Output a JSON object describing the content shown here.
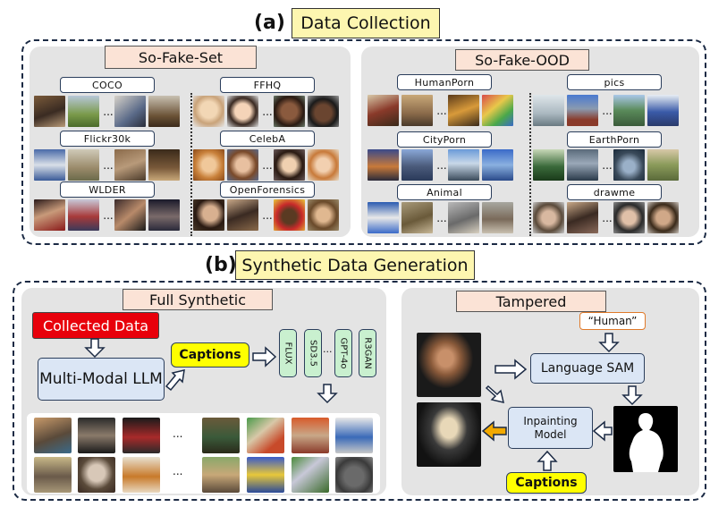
{
  "section_a": {
    "letter": "(a)",
    "title": "Data Collection"
  },
  "sofakeset": {
    "title": "So-Fake-Set",
    "datasets": [
      "COCO",
      "FFHQ",
      "Flickr30k",
      "CelebA",
      "WLDER",
      "OpenForensics"
    ]
  },
  "sofakeood": {
    "title": "So-Fake-OOD",
    "datasets": [
      "HumanPorn",
      "pics",
      "CityPorn",
      "EarthPorn",
      "Animal",
      "drawme"
    ]
  },
  "ellipsis": "...",
  "section_b": {
    "letter": "(b)",
    "title": "Synthetic Data Generation"
  },
  "full_synthetic": {
    "title": "Full Synthetic",
    "collected": "Collected Data",
    "llm": "Multi-Modal LLM",
    "captions": "Captions",
    "models": [
      "FLUX",
      "SD3.5",
      "GPT-4o",
      "R3GAN"
    ]
  },
  "tampered": {
    "title": "Tampered",
    "prompt": "“Human”",
    "sam": "Language SAM",
    "inpaint": "Inpainting Model",
    "captions": "Captions"
  },
  "colors": {
    "title_yellow": "#fdf6b0",
    "caption_yellow": "#ffff00",
    "collected_red": "#e8000b",
    "box_blue": "#dbe6f5",
    "model_green": "#c9f0cf",
    "arrow_orange": "#f2a900"
  }
}
